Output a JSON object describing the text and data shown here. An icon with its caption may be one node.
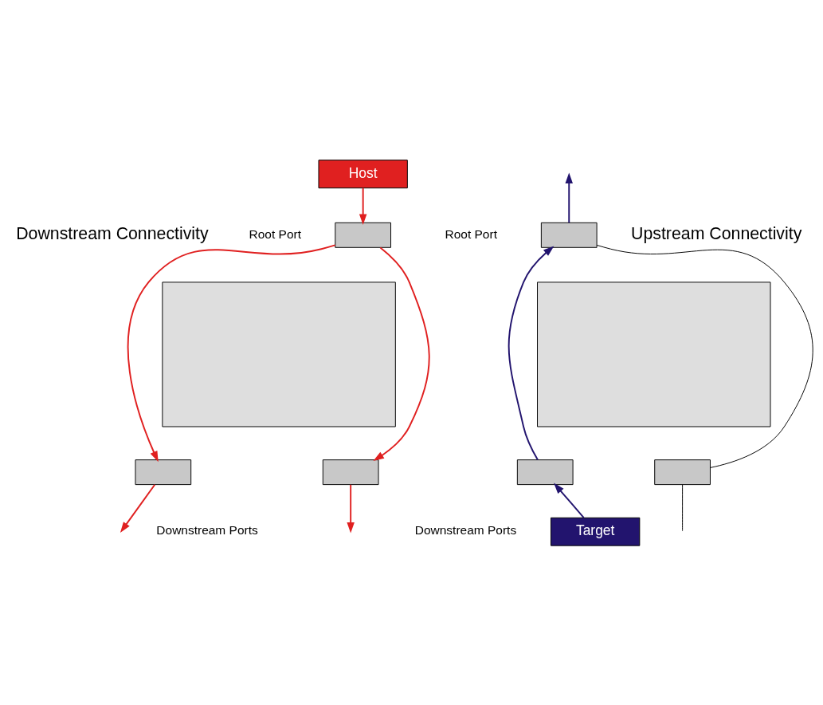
{
  "diagram": {
    "nodes": [
      {
        "text": [
          "Host"
        ]
      },
      {
        "text": [],
        "shape": "box"
      },
      {
        "text": [],
        "shape": "box"
      },
      {
        "text": [],
        "shape": "box"
      },
      {
        "text": [],
        "shape": "box"
      },
      {
        "text": [
          "Target"
        ]
      },
      {
        "text": [],
        "shape": "box"
      },
      {
        "text": [],
        "shape": "box"
      },
      {
        "text": [],
        "shape": "box"
      },
      {
        "text": [],
        "shape": "box"
      }
    ],
    "edges": [
      {
        "from": 0,
        "to": 2,
        "arrow": "to",
        "color": "#e02020"
      },
      {
        "from": 2,
        "to": 3,
        "arrow": "to",
        "color": "#e02020"
      },
      {
        "from": 2,
        "to": 4,
        "arrow": "to",
        "color": "#e02020"
      },
      {
        "from": 3,
        "to": null,
        "arrow": "to",
        "color": "#e02020"
      },
      {
        "from": 4,
        "to": null,
        "arrow": "to",
        "color": "#e02020"
      },
      {
        "from": 5,
        "to": 8,
        "arrow": "to",
        "color": "#22146e"
      },
      {
        "from": 8,
        "to": 7,
        "arrow": "to",
        "color": "#22146e"
      },
      {
        "from": 9,
        "to": 7,
        "arrow": "none",
        "color": "#000000"
      },
      {
        "from": 7,
        "to": null,
        "arrow": "to",
        "color": "#22146e"
      },
      {
        "from": 9,
        "to": null,
        "arrow": "none",
        "color": "#000000"
      }
    ],
    "labels": [
      "Downstream Connectivity",
      "Root Port",
      "Downstream Ports",
      "Root Port",
      "Upstream Connectivity",
      "Downstream Ports"
    ]
  }
}
